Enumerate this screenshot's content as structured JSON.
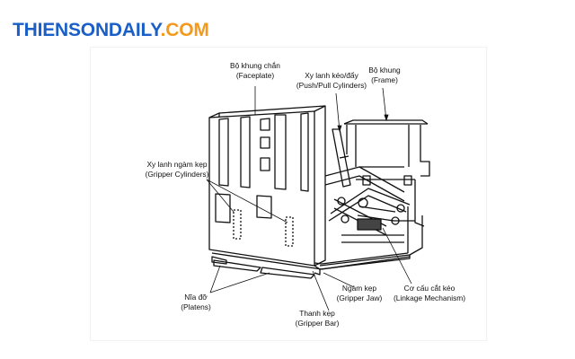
{
  "site": {
    "logo_main": "THIENSONDAILY",
    "logo_tld": ".COM"
  },
  "diagram": {
    "labels": {
      "faceplate": {
        "vi": "Bộ khung chắn",
        "en": "(Faceplate)"
      },
      "push_pull": {
        "vi": "Xy lanh kéo/đẩy",
        "en": "(Push/Pull Cylinders)"
      },
      "frame": {
        "vi": "Bộ khung",
        "en": "(Frame)"
      },
      "gripper_cyl": {
        "vi": "Xy lanh ngàm kẹp",
        "en": "(Gripper Cylinders)"
      },
      "platens": {
        "vi": "Nĩa đỡ",
        "en": "(Platens)"
      },
      "gripper_jaw": {
        "vi": "Ngàm kẹp",
        "en": "(Gripper Jaw)"
      },
      "linkage": {
        "vi": "Cơ cấu cắt kéo",
        "en": "(Linkage Mechanism)"
      },
      "gripper_bar": {
        "vi": "Thanh kẹp",
        "en": "(Gripper Bar)"
      }
    }
  }
}
